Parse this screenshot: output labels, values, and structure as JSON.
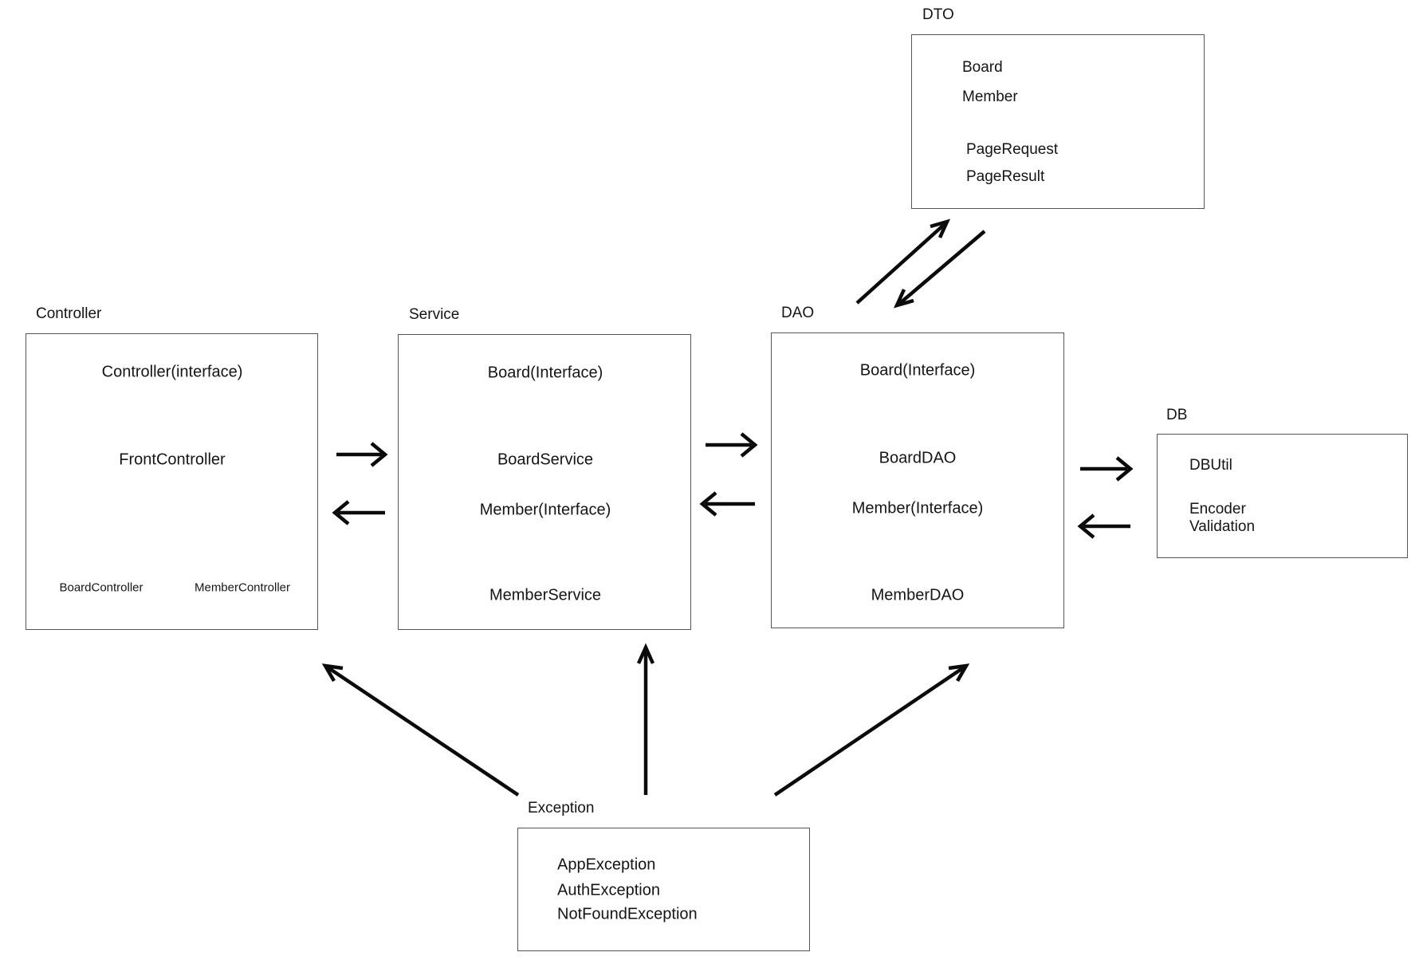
{
  "controller": {
    "label": "Controller",
    "interface": "Controller(interface)",
    "front": "FrontController",
    "board": "BoardController",
    "member": "MemberController"
  },
  "service": {
    "label": "Service",
    "board_interface": "Board(Interface)",
    "board_impl": "BoardService",
    "member_interface": "Member(Interface)",
    "member_impl": "MemberService"
  },
  "dao": {
    "label": "DAO",
    "board_interface": "Board(Interface)",
    "board_impl": "BoardDAO",
    "member_interface": "Member(Interface)",
    "member_impl": "MemberDAO"
  },
  "dto": {
    "label": "DTO",
    "items": [
      "Board",
      "Member",
      "PageRequest",
      "PageResult"
    ]
  },
  "db": {
    "label": "DB",
    "items": [
      "DBUtil",
      "Encoder",
      "Validation"
    ]
  },
  "exception": {
    "label": "Exception",
    "items": [
      "AppException",
      "AuthException",
      "NotFoundException"
    ]
  },
  "colors": {
    "line": "#0b0b0b",
    "border": "#555555",
    "text": "#151515",
    "background": "#ffffff"
  }
}
